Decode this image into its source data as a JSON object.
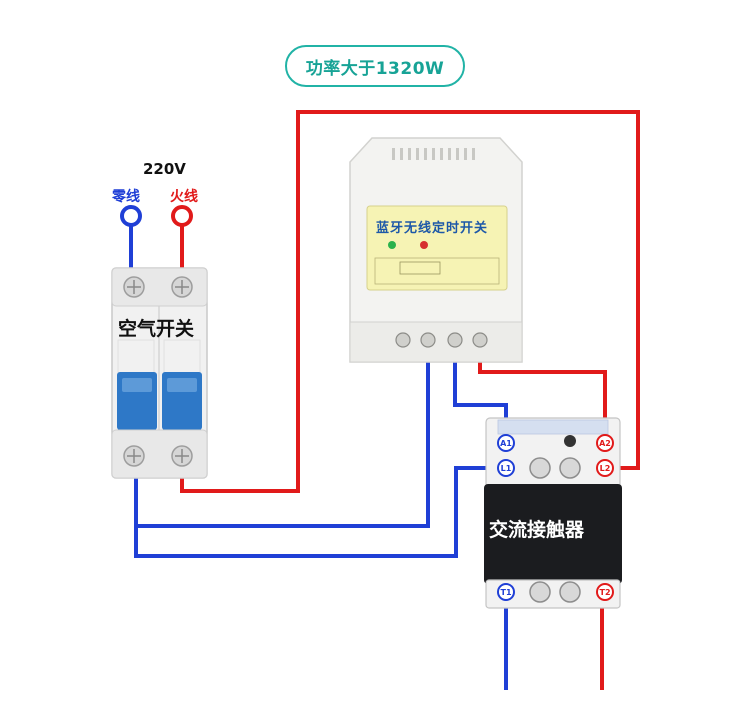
{
  "title": "功率大于1320W",
  "supply": {
    "voltage": "220V",
    "neutral_label": "零线",
    "live_label": "火线"
  },
  "breaker": {
    "label": "空气开关"
  },
  "timer": {
    "label": "蓝牙无线定时开关"
  },
  "contactor": {
    "label": "交流接触器",
    "terminals": {
      "a1": "A1",
      "a2": "A2",
      "l1": "L1",
      "l2": "L2",
      "t1": "T1",
      "t2": "T2"
    }
  },
  "colors": {
    "live": "#e11a1a",
    "neutral": "#1f3fd6",
    "accent": "#21b3a6",
    "breaker_handle": "#2e78c7"
  }
}
